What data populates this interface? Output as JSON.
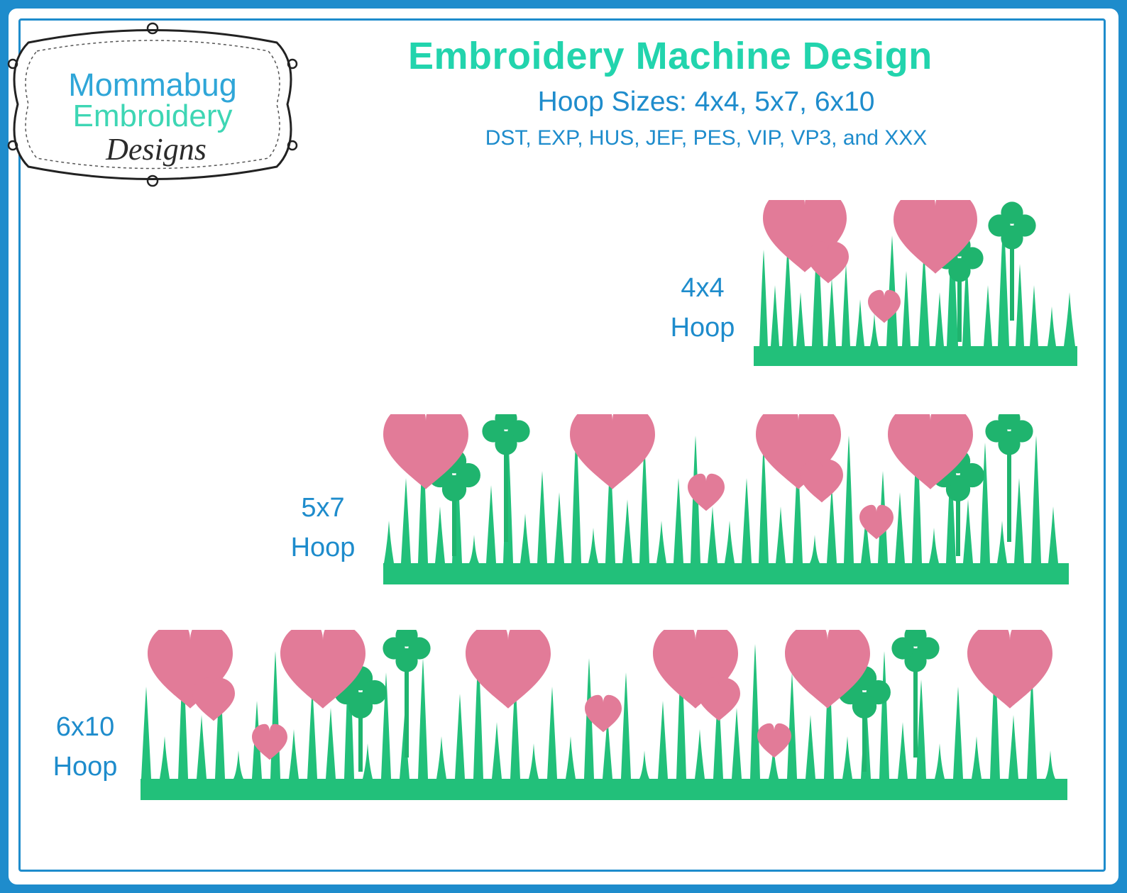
{
  "logo": {
    "line1": "Mommabug",
    "line2": "Embroidery",
    "line3": "Designs"
  },
  "header": {
    "title": "Embroidery Machine Design",
    "hoop_sizes": "Hoop Sizes: 4x4, 5x7, 6x10",
    "formats": "DST, EXP, HUS, JEF, PES, VIP, VP3, and XXX"
  },
  "hoops": [
    {
      "size": "4x4",
      "label": "Hoop"
    },
    {
      "size": "5x7",
      "label": "Hoop"
    },
    {
      "size": "6x10",
      "label": "Hoop"
    }
  ],
  "colors": {
    "border_blue": "#1e8ccc",
    "title_teal": "#22d4ad",
    "grass_green": "#22c07a",
    "clover_green": "#1fb46e",
    "heart_pink": "#e27b98"
  }
}
